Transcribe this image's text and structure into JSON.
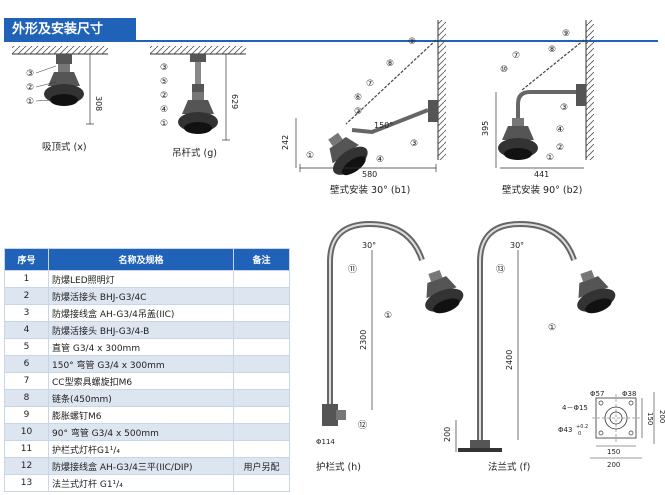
{
  "header": {
    "title": "外形及安装尺寸"
  },
  "diagrams": {
    "ceiling": {
      "caption": "吸顶式 (x)",
      "dim_height": "308",
      "callouts": [
        "③",
        "②",
        "①"
      ]
    },
    "pendant": {
      "caption": "吊杆式 (g)",
      "dim_height": "629",
      "callouts": [
        "③",
        "⑤",
        "②",
        "④",
        "①"
      ]
    },
    "wall30": {
      "caption": "壁式安装 30° (b1)",
      "dim_width": "580",
      "dim_height": "242",
      "angle": "150°",
      "callouts": [
        "⑨",
        "⑧",
        "⑦",
        "⑥",
        "②",
        "④",
        "③",
        "①"
      ]
    },
    "wall90": {
      "caption": "壁式安装 90° (b2)",
      "dim_width": "441",
      "dim_height": "395",
      "callouts": [
        "⑨",
        "⑧",
        "⑦",
        "⑩",
        "③",
        "④",
        "②",
        "①"
      ]
    },
    "guardrail": {
      "caption": "护栏式 (h)",
      "dim_height": "2300",
      "angle": "30°",
      "callouts": [
        "⑪",
        "①",
        "⑫"
      ],
      "clamp_label": "Φ114"
    },
    "flange": {
      "caption": "法兰式 (f)",
      "dim_height": "2400",
      "base_height": "200",
      "angle": "30°",
      "callouts": [
        "⑬",
        "①"
      ]
    },
    "flange_detail": {
      "d57": "Φ57",
      "d15": "4－Φ15",
      "d38": "Φ38",
      "d43": "Φ43",
      "tol": "+0.2",
      "tol2": "0",
      "w150": "150",
      "w200": "200",
      "h150": "150",
      "h200": "200"
    }
  },
  "table": {
    "headers": [
      "序号",
      "名称及规格",
      "备注"
    ],
    "rows": [
      {
        "no": "1",
        "name": "防爆LED照明灯",
        "note": ""
      },
      {
        "no": "2",
        "name": "防爆活接头 BHJ-G3/4C",
        "note": ""
      },
      {
        "no": "3",
        "name": "防爆接线盒 AH-G3/4吊盖(IIC)",
        "note": ""
      },
      {
        "no": "4",
        "name": "防爆活接头 BHJ-G3/4-B",
        "note": ""
      },
      {
        "no": "5",
        "name": "直管 G3/4 x 300mm",
        "note": ""
      },
      {
        "no": "6",
        "name": "150° 弯管 G3/4 x 300mm",
        "note": ""
      },
      {
        "no": "7",
        "name": "CC型索具螺旋扣M6",
        "note": ""
      },
      {
        "no": "8",
        "name": "链条(450mm)",
        "note": ""
      },
      {
        "no": "9",
        "name": "膨胀螺钉M6",
        "note": ""
      },
      {
        "no": "10",
        "name": "90° 弯管 G3/4 x 500mm",
        "note": ""
      },
      {
        "no": "11",
        "name": "护栏式灯杆G1¹/₄",
        "note": ""
      },
      {
        "no": "12",
        "name": "防爆接线盒 AH-G3/4三平(IIC/DIP)",
        "note": "用户另配"
      },
      {
        "no": "13",
        "name": "法兰式灯杆 G1¹/₄",
        "note": ""
      }
    ]
  }
}
